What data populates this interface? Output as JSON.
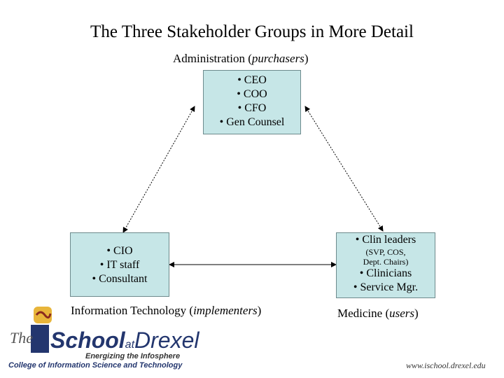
{
  "title": "The Three Stakeholder Groups in More Detail",
  "groups": {
    "administration": {
      "name": "Administration",
      "role": "purchasers",
      "members": [
        "• CEO",
        "• COO",
        "• CFO",
        "• Gen Counsel"
      ]
    },
    "it": {
      "name": "Information Technology",
      "role": "implementers",
      "members": [
        "• CIO",
        "• IT staff",
        "• Consultant"
      ]
    },
    "medicine": {
      "name": "Medicine",
      "role": "users",
      "line1": "• Clin leaders",
      "note1": "(SVP, COS,",
      "note2": "Dept. Chairs)",
      "line2": "• Clinicians",
      "line3": "• Service Mgr."
    }
  },
  "logo": {
    "the": "The",
    "school": "School",
    "at": "at",
    "drexel": "Drexel",
    "tagline": "Energizing the Infosphere",
    "college": "College of Information Science and Technology"
  },
  "url": "www.ischool.drexel.edu",
  "colors": {
    "box_fill": "#c6e6e7",
    "logo_blue": "#23366e"
  }
}
